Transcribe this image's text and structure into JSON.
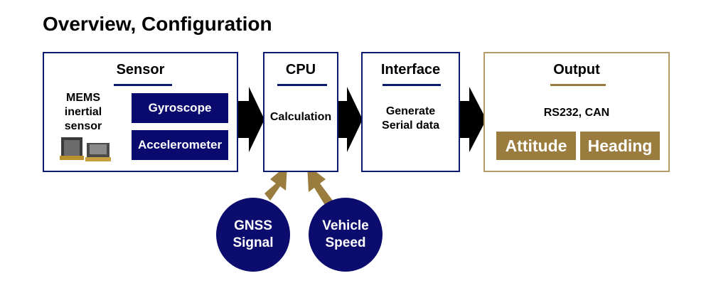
{
  "title": "Overview, Configuration",
  "sensor": {
    "title": "Sensor",
    "mems_label": "MEMS\ninertial\nsensor",
    "gyroscope": "Gyroscope",
    "accelerometer": "Accelerometer",
    "chip_icon": "sensor-chip-icon"
  },
  "cpu": {
    "title": "CPU",
    "text": "Calculation"
  },
  "interface": {
    "title": "Interface",
    "text": "Generate\nSerial data"
  },
  "output": {
    "title": "Output",
    "protocols": "RS232, CAN",
    "attitude": "Attitude",
    "heading": "Heading"
  },
  "inputs": {
    "gnss": "GNSS\nSignal",
    "vehicle_speed": "Vehicle\nSpeed"
  },
  "colors": {
    "navy": "#0a1a6e",
    "gold": "#9a7d3e",
    "gold_border": "#b59a6a",
    "arrow_black": "#000000"
  }
}
